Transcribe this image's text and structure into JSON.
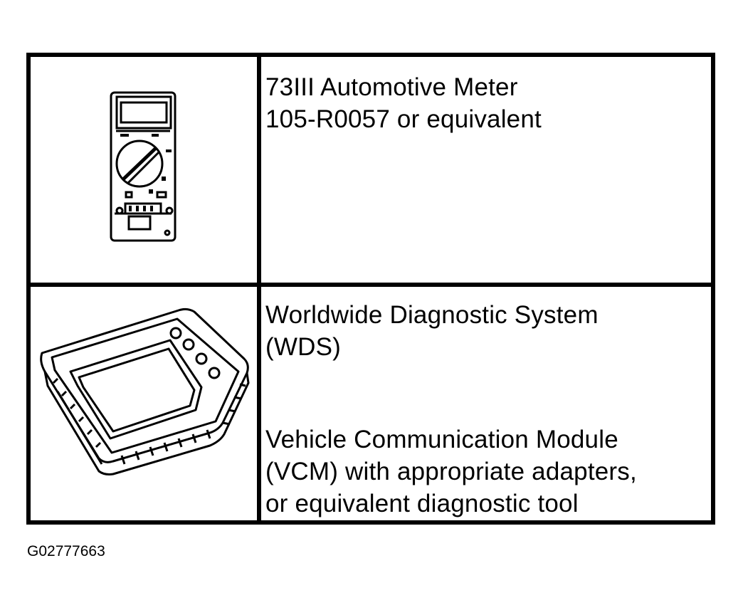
{
  "rows": [
    {
      "icon": "multimeter-icon",
      "lines": [
        "73III Automotive Meter",
        "105-R0057 or equivalent"
      ]
    },
    {
      "icon": "diagnostic-tablet-icon",
      "lines": [
        "Worldwide Diagnostic System",
        "(WDS)"
      ],
      "extra_lines": [
        "Vehicle Communication Module",
        "(VCM) with appropriate adapters,",
        "or equivalent diagnostic tool"
      ]
    }
  ],
  "figure_id": "G02777663"
}
